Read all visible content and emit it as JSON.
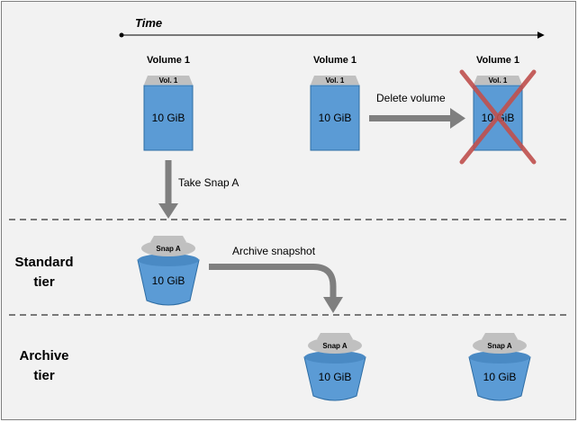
{
  "timeline": {
    "label": "Time"
  },
  "volumes": [
    {
      "title": "Volume 1",
      "tag": "Vol. 1",
      "size": "10 GiB",
      "deleted": false
    },
    {
      "title": "Volume 1",
      "tag": "Vol. 1",
      "size": "10 GiB",
      "deleted": false
    },
    {
      "title": "Volume 1",
      "tag": "Vol. 1",
      "size": "10 GiB",
      "deleted": true
    }
  ],
  "actions": {
    "delete_volume": "Delete volume",
    "take_snap": "Take Snap A",
    "archive_snapshot": "Archive snapshot"
  },
  "tiers": {
    "standard": {
      "line1": "Standard",
      "line2": "tier"
    },
    "archive": {
      "line1": "Archive",
      "line2": "tier"
    }
  },
  "snapshots": {
    "standard": {
      "tag": "Snap A",
      "size": "10 GiB"
    },
    "archive": [
      {
        "tag": "Snap A",
        "size": "10 GiB"
      },
      {
        "tag": "Snap A",
        "size": "10 GiB"
      }
    ]
  },
  "colors": {
    "background": "#f2f2f2",
    "volume_blue": "#5b9bd5",
    "volume_border": "#2e6da4",
    "tag_gray": "#c0c0c0",
    "arrow_gray": "#7f7f7f",
    "delete_red": "#c0504d",
    "text": "#000000"
  }
}
